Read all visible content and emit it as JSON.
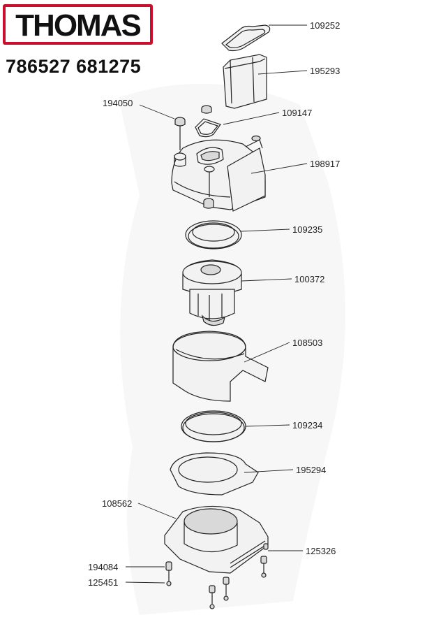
{
  "brand": {
    "name": "THOMAS",
    "border_color": "#c8102e"
  },
  "header": {
    "model_numbers": "786527 681275"
  },
  "parts": {
    "p109252": "109252",
    "p195293": "195293",
    "p194050": "194050",
    "p109147": "109147",
    "p198917": "198917",
    "p109235": "109235",
    "p100372": "100372",
    "p108503": "108503",
    "p109234": "109234",
    "p195294": "195294",
    "p108562": "108562",
    "p125326": "125326",
    "p194084": "194084",
    "p125451": "125451"
  }
}
